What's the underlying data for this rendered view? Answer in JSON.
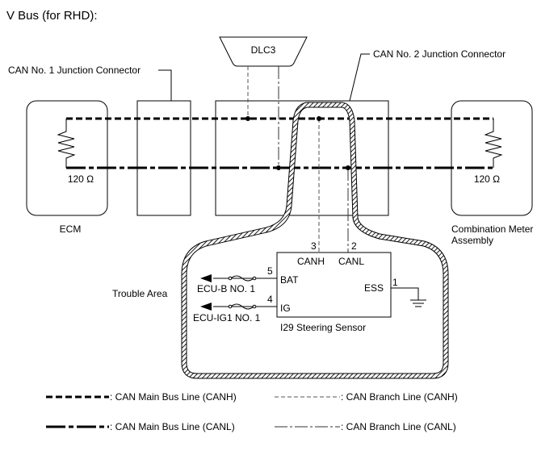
{
  "title": "V Bus (for RHD):",
  "dlc3": "DLC3",
  "junction1": "CAN No. 1 Junction Connector",
  "junction2": "CAN No. 2 Junction Connector",
  "ecm": {
    "label": "ECM",
    "resistor": "120 Ω"
  },
  "meter": {
    "label_line1": "Combination Meter",
    "label_line2": "Assembly",
    "resistor": "120 Ω"
  },
  "sensor": {
    "name": "I29  Steering Sensor",
    "pins": [
      {
        "num": "3",
        "name": "CANH"
      },
      {
        "num": "2",
        "name": "CANL"
      },
      {
        "num": "5",
        "name": "BAT"
      },
      {
        "num": "4",
        "name": "IG"
      },
      {
        "num": "1",
        "name": "ESS"
      }
    ]
  },
  "fuses": [
    "ECU-B NO. 1",
    "ECU-IG1 NO. 1"
  ],
  "trouble_area": "Trouble Area",
  "legend": [
    {
      "style": "main-canh",
      "label": ": CAN Main Bus Line (CANH)"
    },
    {
      "style": "branch-canh",
      "label": ": CAN Branch Line (CANH)"
    },
    {
      "style": "main-canl",
      "label": ": CAN Main Bus Line (CANL)"
    },
    {
      "style": "branch-canl",
      "label": ": CAN Branch Line (CANL)"
    }
  ]
}
